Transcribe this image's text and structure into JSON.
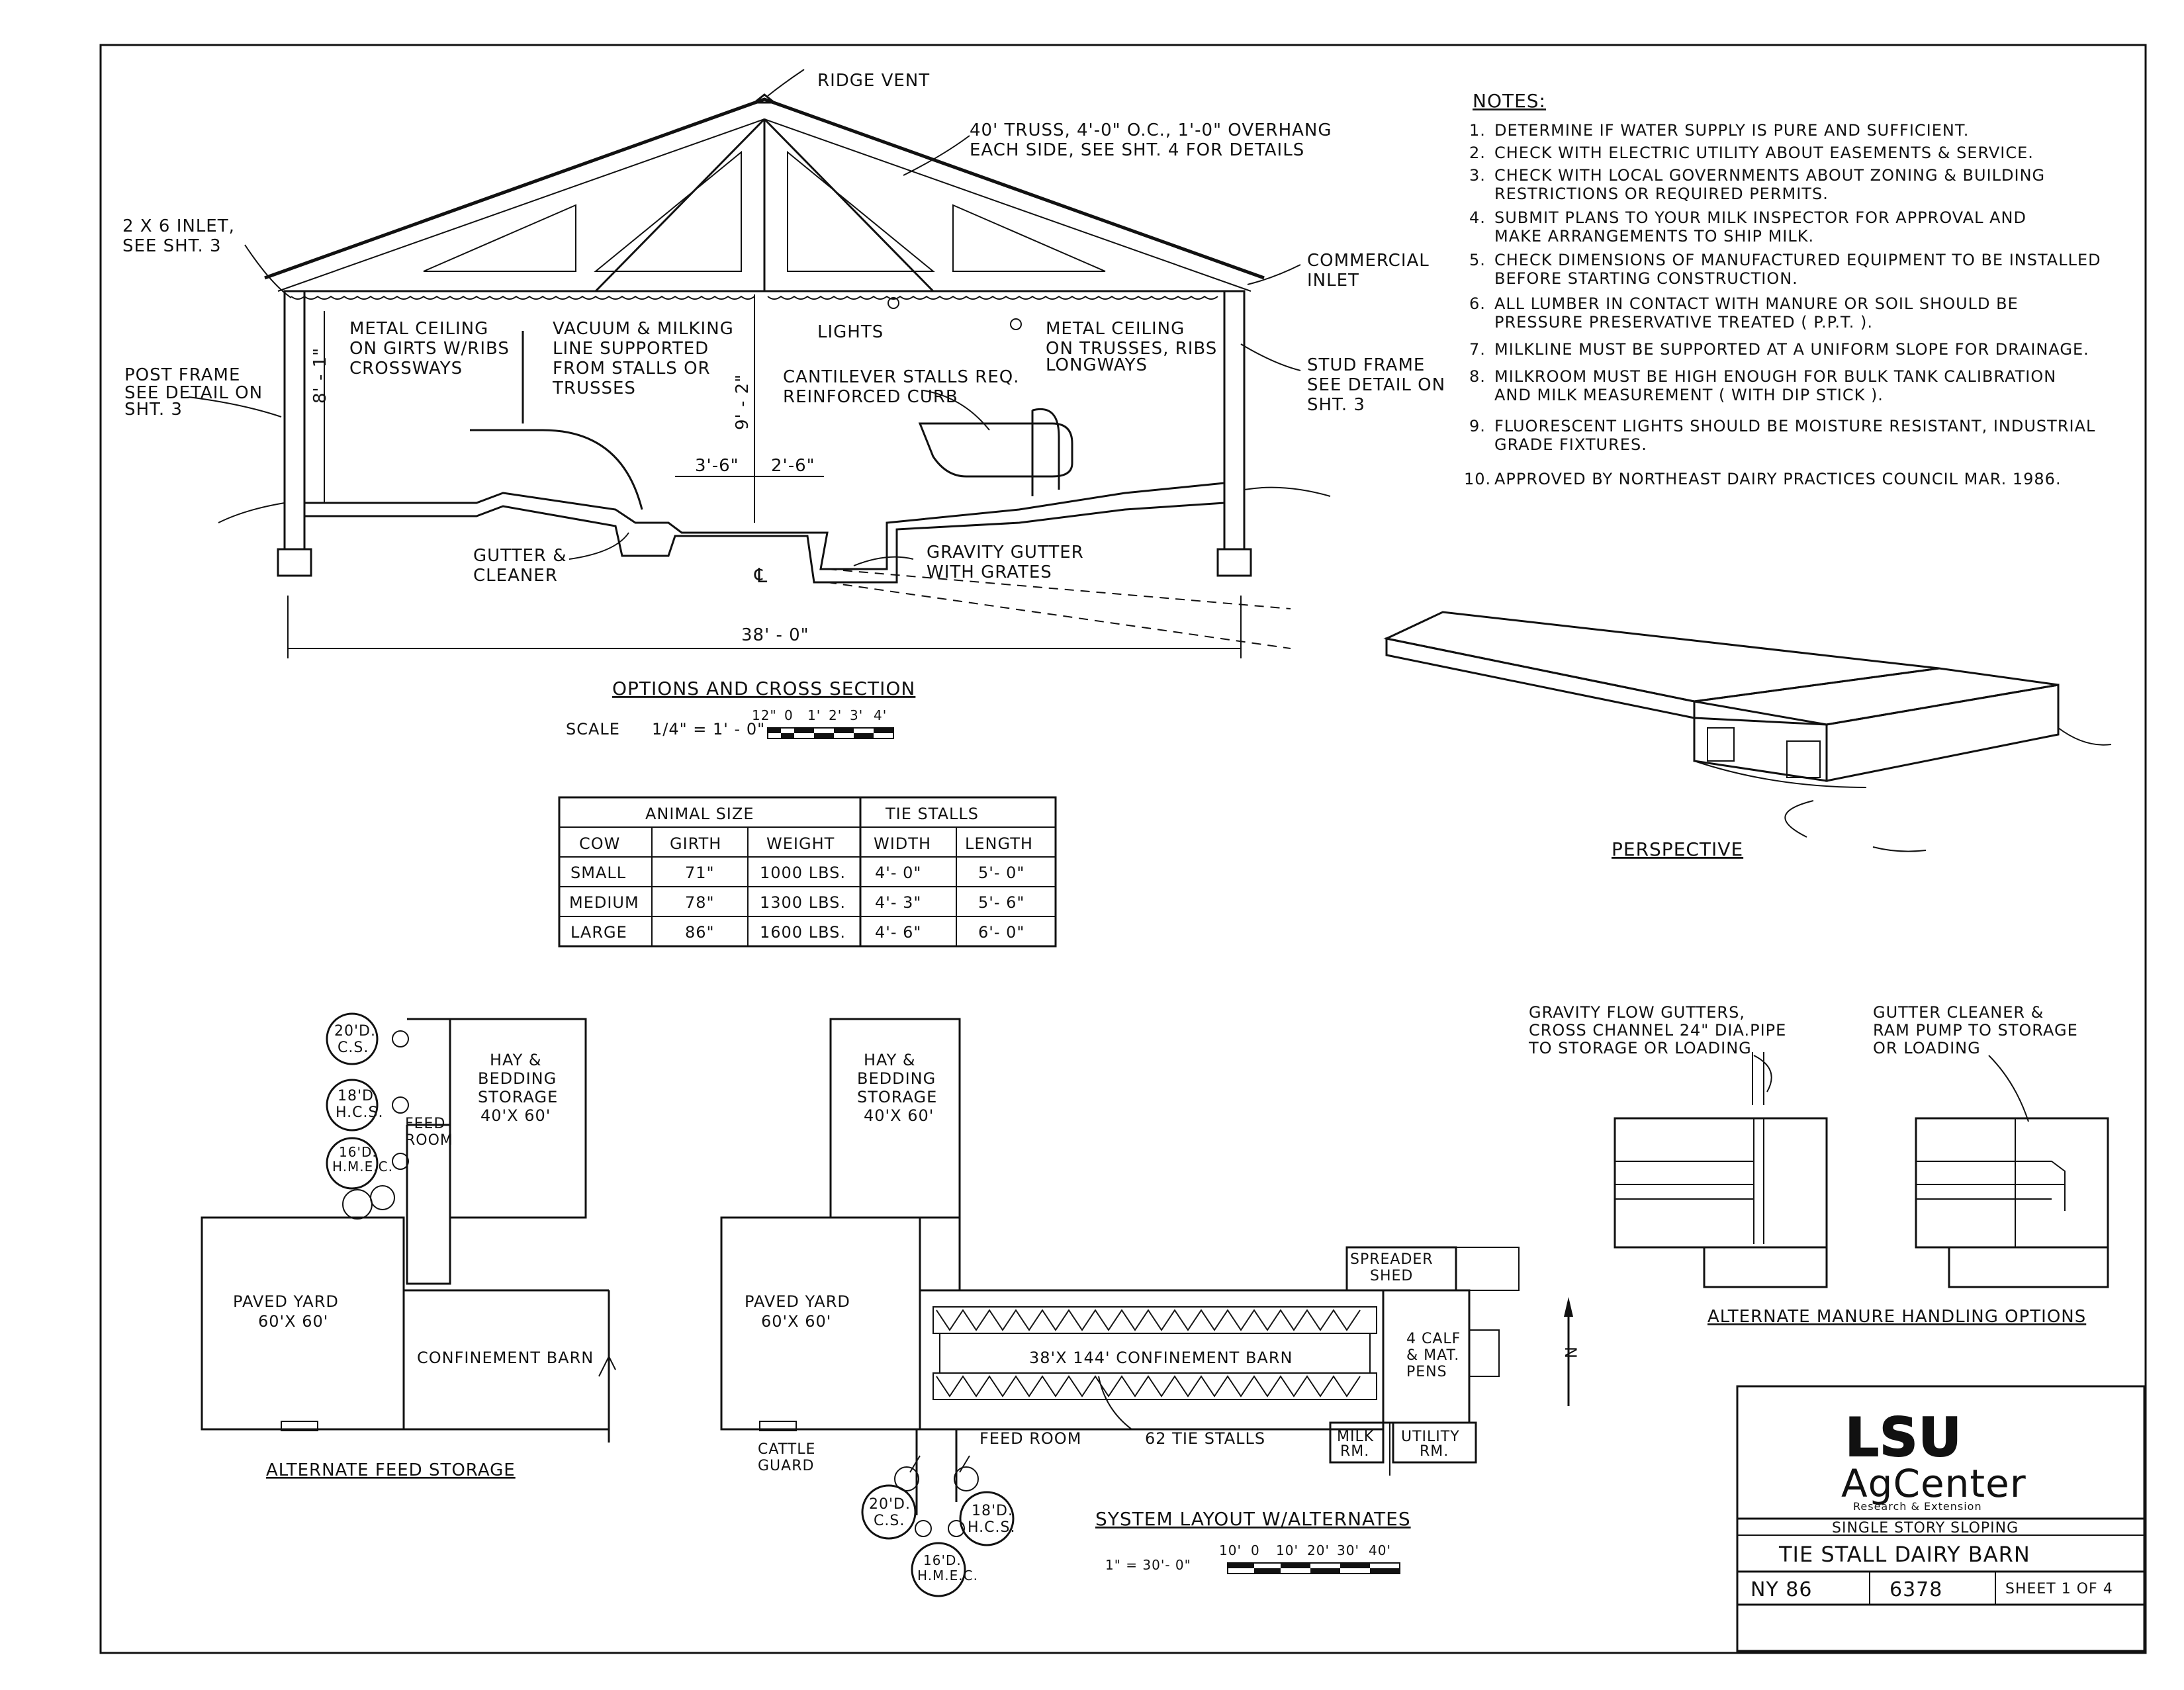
{
  "cross_section": {
    "ridge_vent": "RIDGE VENT",
    "truss_note": [
      "40' TRUSS, 4'-0\" O.C.,   1'-0\" OVERHANG",
      "EACH SIDE, SEE SHT. 4  FOR DETAILS"
    ],
    "inlet_left": [
      "2 X 6  INLET,",
      "SEE SHT. 3"
    ],
    "commercial_inlet": [
      "COMMERCIAL",
      "INLET"
    ],
    "metal_ceiling_girts": [
      "METAL CEILING",
      "ON GIRTS W/RIBS",
      "CROSSWAYS"
    ],
    "vacuum_line": [
      "VACUUM & MILKING",
      "LINE  SUPPORTED",
      "FROM STALLS OR",
      "TRUSSES"
    ],
    "lights": "LIGHTS",
    "metal_ceiling_trusses": [
      "METAL CEILING",
      "ON TRUSSES, RIBS",
      "LONGWAYS"
    ],
    "stud_frame": [
      "STUD FRAME",
      "SEE DETAIL ON",
      "SHT. 3"
    ],
    "post_frame": [
      "POST FRAME",
      "SEE DETAIL ON",
      "SHT. 3"
    ],
    "cantilever": [
      "CANTILEVER STALLS REQ.",
      "REINFORCED CURB"
    ],
    "gutter_cleaner": [
      "GUTTER &",
      "CLEANER"
    ],
    "gravity_gutter": [
      "GRAVITY GUTTER",
      "WITH GRATES"
    ],
    "dim_height_left": "8' - 1\"",
    "dim_height_center": "9' - 2\"",
    "dim_3_6": "3'-6\"",
    "dim_2_6": "2'-6\"",
    "centerline": "℄",
    "dim_width": "38' - 0\"",
    "title": "OPTIONS AND CROSS SECTION",
    "scale_label": "SCALE",
    "scale_value": "1/4\" = 1' - 0\"",
    "scale_ticks": [
      "12\"",
      "0",
      "1'",
      "2'",
      "3'",
      "4'"
    ]
  },
  "notes": {
    "heading": "NOTES:",
    "items": [
      {
        "num": "1.",
        "lines": [
          "DETERMINE  IF  WATER SUPPLY IS PURE AND  SUFFICIENT."
        ]
      },
      {
        "num": "2.",
        "lines": [
          "CHECK WITH ELECTRIC UTILITY ABOUT EASEMENTS & SERVICE."
        ]
      },
      {
        "num": "3.",
        "lines": [
          "CHECK WITH LOCAL GOVERNMENTS ABOUT ZONING & BUILDING",
          "RESTRICTIONS OR REQUIRED  PERMITS."
        ]
      },
      {
        "num": "4.",
        "lines": [
          "SUBMIT PLANS TO YOUR MILK INSPECTOR FOR APPROVAL  AND",
          "MAKE ARRANGEMENTS TO SHIP MILK."
        ]
      },
      {
        "num": "5.",
        "lines": [
          "CHECK DIMENSIONS OF MANUFACTURED EQUIPMENT TO BE INSTALLED",
          "BEFORE STARTING CONSTRUCTION."
        ]
      },
      {
        "num": "6.",
        "lines": [
          "ALL LUMBER IN CONTACT WITH MANURE OR SOIL SHOULD BE",
          "PRESSURE  PRESERVATIVE TREATED ( P.P.T. )."
        ]
      },
      {
        "num": "7.",
        "lines": [
          "MILKLINE  MUST BE SUPPORTED AT A UNIFORM SLOPE FOR DRAINAGE."
        ]
      },
      {
        "num": "8.",
        "lines": [
          "MILKROOM MUST BE HIGH ENOUGH FOR BULK TANK CALIBRATION",
          "AND MILK  MEASUREMENT ( WITH DIP STICK )."
        ]
      },
      {
        "num": "9.",
        "lines": [
          "FLUORESCENT LIGHTS SHOULD BE MOISTURE RESISTANT, INDUSTRIAL",
          "GRADE FIXTURES."
        ]
      },
      {
        "num": "10.",
        "lines": [
          "APPROVED BY NORTHEAST DAIRY PRACTICES COUNCIL MAR. 1986."
        ]
      }
    ]
  },
  "perspective_label": "PERSPECTIVE",
  "animal_table": {
    "group_headers": [
      "ANIMAL  SIZE",
      "TIE  STALLS"
    ],
    "columns": [
      "COW",
      "GIRTH",
      "WEIGHT",
      "WIDTH",
      "LENGTH"
    ],
    "rows": [
      [
        "SMALL",
        "71\"",
        "1000 LBS.",
        "4'- 0\"",
        "5'- 0\""
      ],
      [
        "MEDIUM",
        "78\"",
        "1300 LBS.",
        "4'- 3\"",
        "5'- 6\""
      ],
      [
        "LARGE",
        "86\"",
        "1600 LBS.",
        "4'- 6\"",
        "6'- 0\""
      ]
    ]
  },
  "alt_feed": {
    "silo1": [
      "20'D.",
      "C.S."
    ],
    "silo2": [
      "18'D.",
      "H.C.S."
    ],
    "silo3": [
      "16'D.",
      "H.M.E.C."
    ],
    "feed_room": [
      "FEED",
      "ROOM"
    ],
    "hay": [
      "HAY &",
      "BEDDING",
      "STORAGE",
      "40'X 60'"
    ],
    "paved_yard": [
      "PAVED YARD",
      "60'X 60'"
    ],
    "confinement": "CONFINEMENT  BARN",
    "title": "ALTERNATE  FEED STORAGE"
  },
  "system_layout": {
    "hay": [
      "HAY &",
      "BEDDING",
      "STORAGE",
      "40'X 60'"
    ],
    "paved_yard": [
      "PAVED YARD",
      "60'X 60'"
    ],
    "spreader": [
      "SPREADER",
      "SHED"
    ],
    "calf": [
      "4 CALF",
      "& MAT.",
      "PENS"
    ],
    "barn": "38'X 144' CONFINEMENT BARN",
    "milk_rm": [
      "MILK",
      "RM."
    ],
    "utility_rm": [
      "UTILITY",
      "RM."
    ],
    "cattle_guard": [
      "CATTLE",
      "GUARD"
    ],
    "feed_room": "FEED ROOM",
    "tie_stalls": "62  TIE  STALLS",
    "silo1": [
      "20'D.",
      "C.S."
    ],
    "silo2": [
      "18'D.",
      "H.C.S."
    ],
    "silo3": [
      "16'D.",
      "H.M.E.C."
    ],
    "title": "SYSTEM  LAYOUT  W/ALTERNATES",
    "scale_value": "1\" = 30'- 0\"",
    "scale_ticks": [
      "10'",
      "0",
      "10'",
      "20'",
      "30'",
      "40'"
    ],
    "north": "N"
  },
  "manure": {
    "gravity": [
      "GRAVITY FLOW GUTTERS,",
      "CROSS CHANNEL 24\" DIA.PIPE",
      "TO STORAGE OR LOADING"
    ],
    "cleaner": [
      "GUTTER CLEANER &",
      "RAM PUMP TO STORAGE",
      "OR LOADING"
    ],
    "title": "ALTERNATE  MANURE  HANDLING  OPTIONS"
  },
  "title_block": {
    "logo_main": "LSU",
    "logo_sub": "AgCenter",
    "logo_tag": "Research & Extension",
    "subtitle": "SINGLE  STORY  SLOPING",
    "title": "TIE  STALL  DAIRY  BARN",
    "plan_no": "NY  86",
    "drawing_no": "6378",
    "sheet": "SHEET  1  OF  4"
  }
}
